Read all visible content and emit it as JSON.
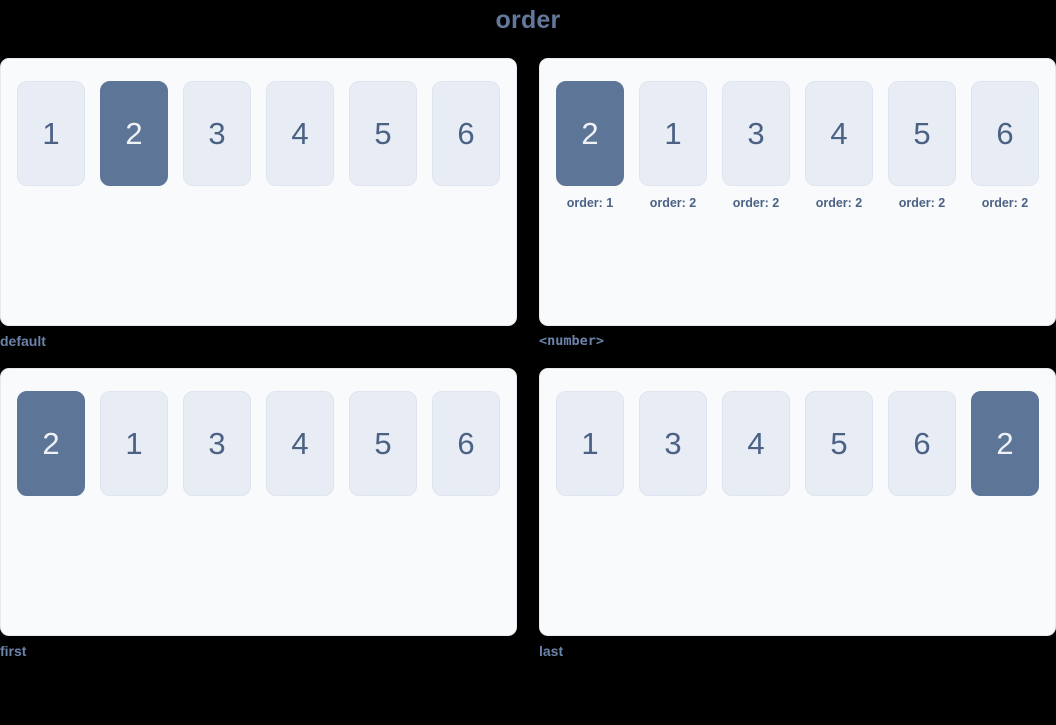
{
  "page": {
    "title": "order",
    "background_color": "#000000",
    "accent_color": "#5d7596",
    "tile_color": "#e8ecf4",
    "text_color": "#4c6285",
    "caption_color": "#6b83a8"
  },
  "demos": [
    {
      "caption": "default",
      "caption_style": "sans",
      "items": [
        {
          "label": "1",
          "highlight": false,
          "order_label": null
        },
        {
          "label": "2",
          "highlight": true,
          "order_label": null
        },
        {
          "label": "3",
          "highlight": false,
          "order_label": null
        },
        {
          "label": "4",
          "highlight": false,
          "order_label": null
        },
        {
          "label": "5",
          "highlight": false,
          "order_label": null
        },
        {
          "label": "6",
          "highlight": false,
          "order_label": null
        }
      ]
    },
    {
      "caption": "<number>",
      "caption_style": "mono",
      "items": [
        {
          "label": "2",
          "highlight": true,
          "order_label": "order: 1"
        },
        {
          "label": "1",
          "highlight": false,
          "order_label": "order: 2"
        },
        {
          "label": "3",
          "highlight": false,
          "order_label": "order: 2"
        },
        {
          "label": "4",
          "highlight": false,
          "order_label": "order: 2"
        },
        {
          "label": "5",
          "highlight": false,
          "order_label": "order: 2"
        },
        {
          "label": "6",
          "highlight": false,
          "order_label": "order: 2"
        }
      ]
    },
    {
      "caption": "first",
      "caption_style": "sans",
      "items": [
        {
          "label": "2",
          "highlight": true,
          "order_label": null
        },
        {
          "label": "1",
          "highlight": false,
          "order_label": null
        },
        {
          "label": "3",
          "highlight": false,
          "order_label": null
        },
        {
          "label": "4",
          "highlight": false,
          "order_label": null
        },
        {
          "label": "5",
          "highlight": false,
          "order_label": null
        },
        {
          "label": "6",
          "highlight": false,
          "order_label": null
        }
      ]
    },
    {
      "caption": "last",
      "caption_style": "sans",
      "items": [
        {
          "label": "1",
          "highlight": false,
          "order_label": null
        },
        {
          "label": "3",
          "highlight": false,
          "order_label": null
        },
        {
          "label": "4",
          "highlight": false,
          "order_label": null
        },
        {
          "label": "5",
          "highlight": false,
          "order_label": null
        },
        {
          "label": "6",
          "highlight": false,
          "order_label": null
        },
        {
          "label": "2",
          "highlight": true,
          "order_label": null
        }
      ]
    }
  ]
}
